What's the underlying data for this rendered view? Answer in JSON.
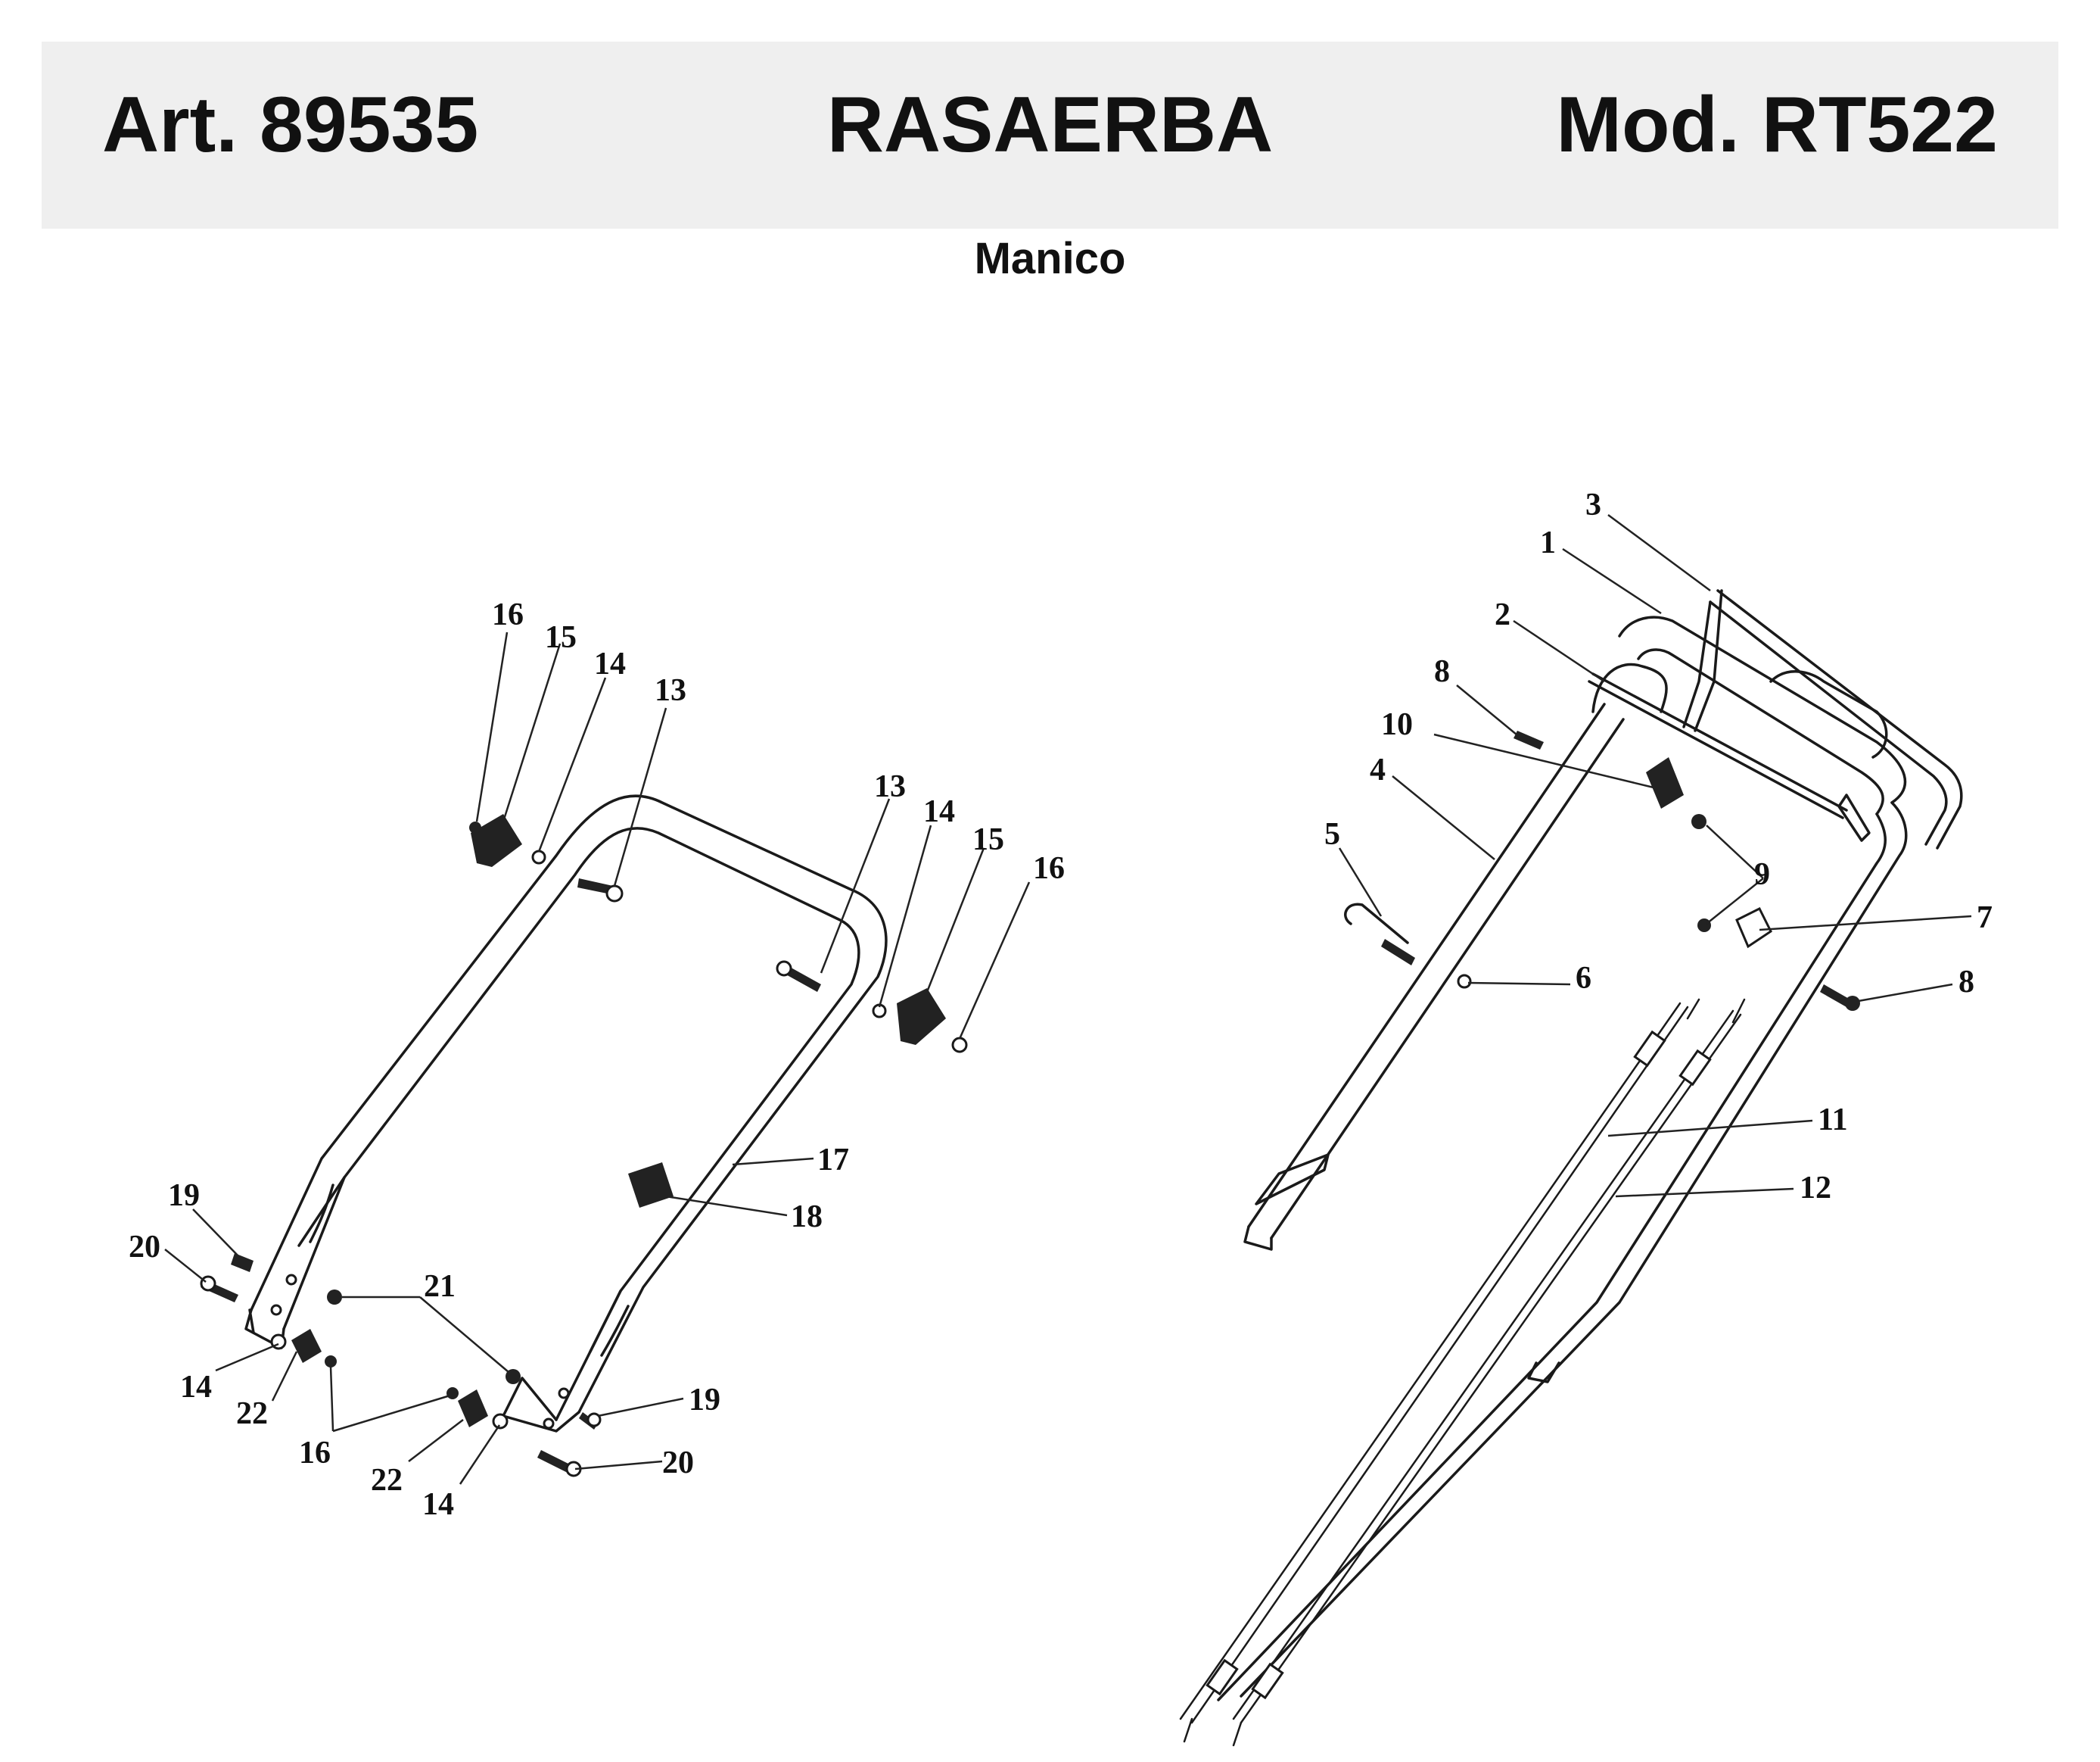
{
  "header": {
    "article": "Art. 89535",
    "title": "RASAERBA",
    "model": "Mod. RT522"
  },
  "subtitle": "Manico",
  "diagram_left": {
    "labels": [
      "16",
      "15",
      "14",
      "13",
      "13",
      "14",
      "15",
      "16",
      "17",
      "18",
      "19",
      "20",
      "21",
      "14",
      "22",
      "16",
      "22",
      "14",
      "19",
      "20"
    ]
  },
  "diagram_right": {
    "labels": [
      "3",
      "1",
      "2",
      "8",
      "10",
      "4",
      "5",
      "9",
      "7",
      "6",
      "8",
      "11",
      "12"
    ]
  }
}
